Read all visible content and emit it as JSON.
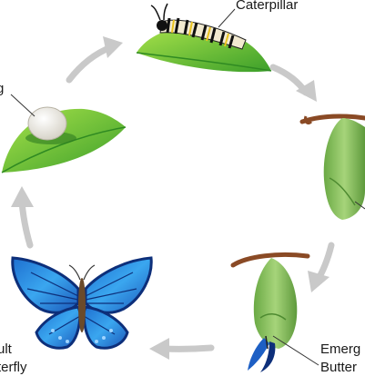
{
  "labels": {
    "caterpillar": "Caterpillar",
    "egg": "g",
    "emerging_line1": "Emerg",
    "emerging_line2": "Butter",
    "adult_line1": "ult",
    "adult_line2": "terfly"
  },
  "stages": [
    "egg",
    "caterpillar",
    "chrysalis",
    "emerging butterfly",
    "adult butterfly"
  ],
  "colors": {
    "leaf_light": "#8fd63a",
    "leaf_dark": "#3fa52a",
    "arrow": "#c8c8c8",
    "chrysalis": "#8cc063",
    "branch": "#8a4a25",
    "wing_blue": "#2a8ae0",
    "wing_dark": "#0d2f7a"
  }
}
